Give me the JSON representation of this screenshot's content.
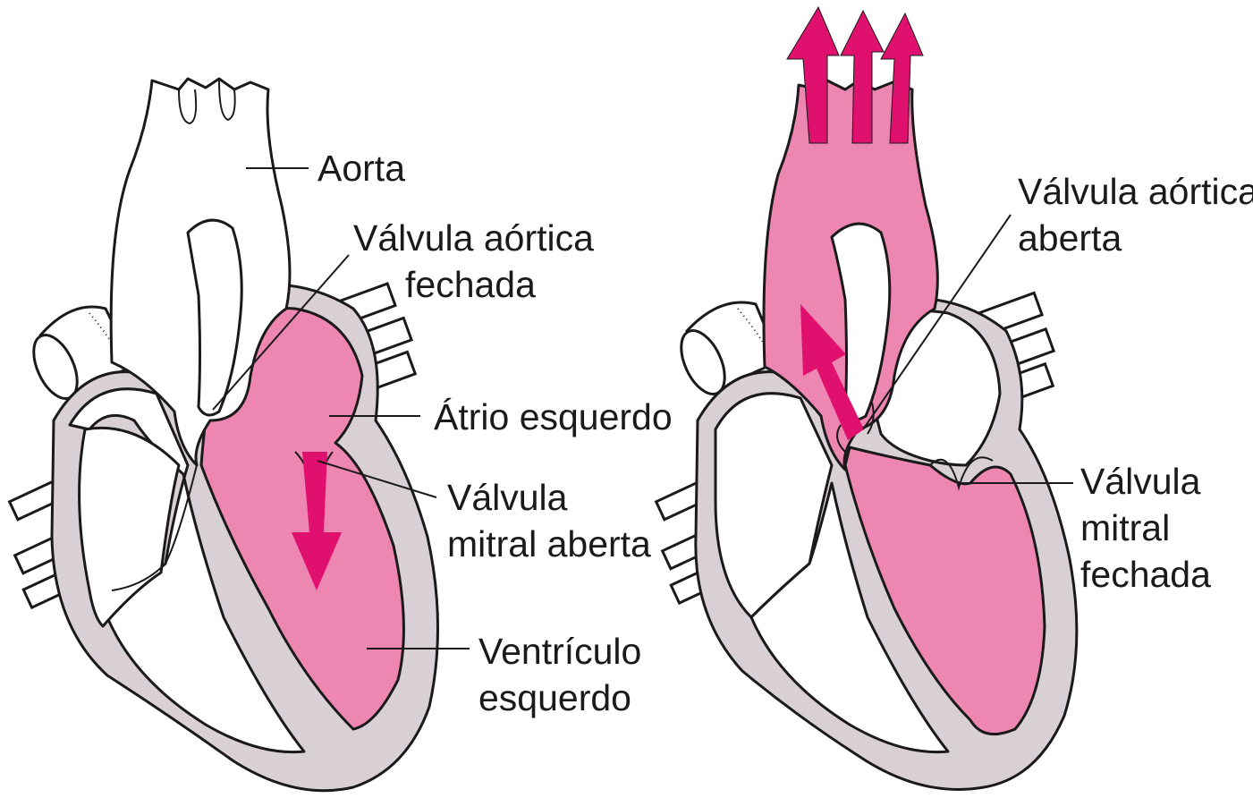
{
  "colors": {
    "blood": "#ee86b2",
    "arrow": "#e0106f",
    "wall": "#d9d0d5",
    "outline": "#1a1a1a"
  },
  "left_heart": {
    "labels": {
      "aorta": "Aorta",
      "aortic_valve_line1": "Válvula aórtica",
      "aortic_valve_line2": "fechada",
      "left_atrium": "Átrio esquerdo",
      "mitral_line1": "Válvula",
      "mitral_line2": "mitral aberta",
      "ventricle_line1": "Ventrículo",
      "ventricle_line2": "esquerdo"
    }
  },
  "right_heart": {
    "labels": {
      "aortic_valve_line1": "Válvula aórtica",
      "aortic_valve_line2": "aberta",
      "mitral_line1": "Válvula",
      "mitral_line2": "mitral",
      "mitral_line3": "fechada"
    }
  }
}
